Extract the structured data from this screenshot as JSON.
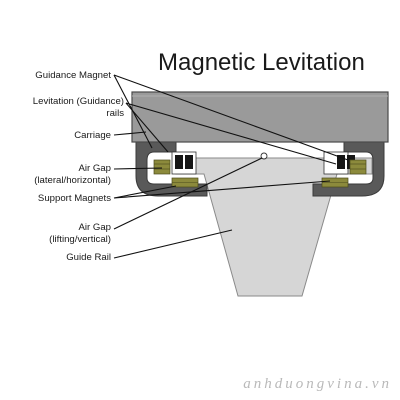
{
  "diagram": {
    "title": "Magnetic Levitation",
    "labels": {
      "guidance_magnet": "Guidance Magnet",
      "levitation_rails_line1": "Levitation (Guidance)",
      "levitation_rails_line2": "rails",
      "carriage": "Carriage",
      "air_gap_lateral_line1": "Air Gap",
      "air_gap_lateral_line2": "(lateral/horizontal)",
      "support_magnets": "Support Magnets",
      "air_gap_lifting_line1": "Air Gap",
      "air_gap_lifting_line2": "(lifting/vertical)",
      "guide_rail": "Guide Rail"
    },
    "colors": {
      "carriage_fill": "#9a9a9a",
      "carriage_edge": "#4a4a4a",
      "bracket_fill": "#595959",
      "rail_fill": "#d6d6d6",
      "magnet_fill": "#8c8a3c",
      "magnet_core": "#161616"
    }
  },
  "watermark": "anhduongvina.vn"
}
